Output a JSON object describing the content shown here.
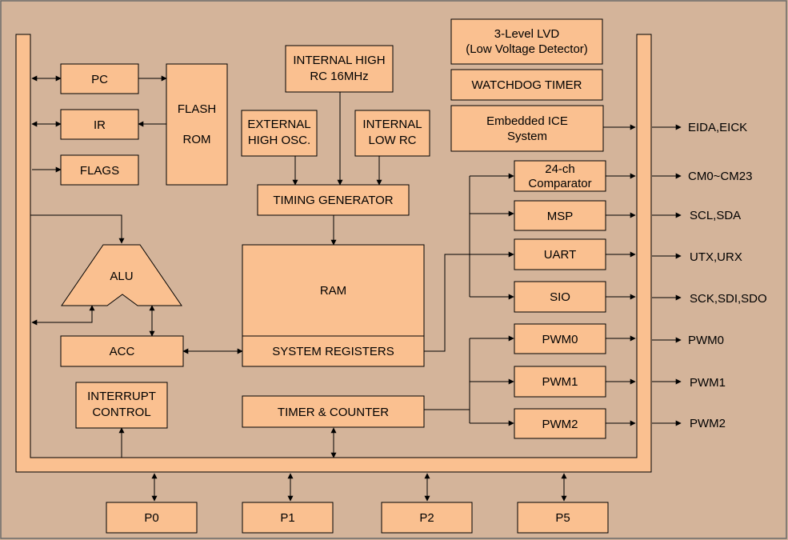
{
  "colors": {
    "background": "#d4b49a",
    "block_fill": "#fac090",
    "stroke": "#000000"
  },
  "blocks": {
    "pc": "PC",
    "ir": "IR",
    "flags": "FLAGS",
    "flash_rom": [
      "FLASH",
      "ROM"
    ],
    "internal_high_rc": [
      "INTERNAL HIGH",
      "RC 16MHz"
    ],
    "external_high_osc": [
      "EXTERNAL",
      "HIGH OSC."
    ],
    "internal_low_rc": [
      "INTERNAL",
      "LOW RC"
    ],
    "timing_generator": "TIMING GENERATOR",
    "lvd": [
      "3-Level LVD",
      "(Low Voltage Detector)"
    ],
    "watchdog": "WATCHDOG TIMER",
    "ice": [
      "Embedded ICE",
      "System"
    ],
    "comparator": [
      "24-ch",
      "Comparator"
    ],
    "msp": "MSP",
    "uart": "UART",
    "sio": "SIO",
    "alu": "ALU",
    "ram": "RAM",
    "system_registers": "SYSTEM REGISTERS",
    "acc": "ACC",
    "interrupt_control": [
      "INTERRUPT",
      "CONTROL"
    ],
    "timer_counter": "TIMER & COUNTER",
    "pwm0": "PWM0",
    "pwm1": "PWM1",
    "pwm2": "PWM2",
    "ports": [
      "P0",
      "P1",
      "P2",
      "P5"
    ]
  },
  "signals": {
    "eida_eick": "EIDA,EICK",
    "cm": "CM0~CM23",
    "scl_sda": "SCL,SDA",
    "utx_urx": "UTX,URX",
    "sck_sdi_sdo": "SCK,SDI,SDO",
    "pwm0": "PWM0",
    "pwm1": "PWM1",
    "pwm2": "PWM2"
  }
}
